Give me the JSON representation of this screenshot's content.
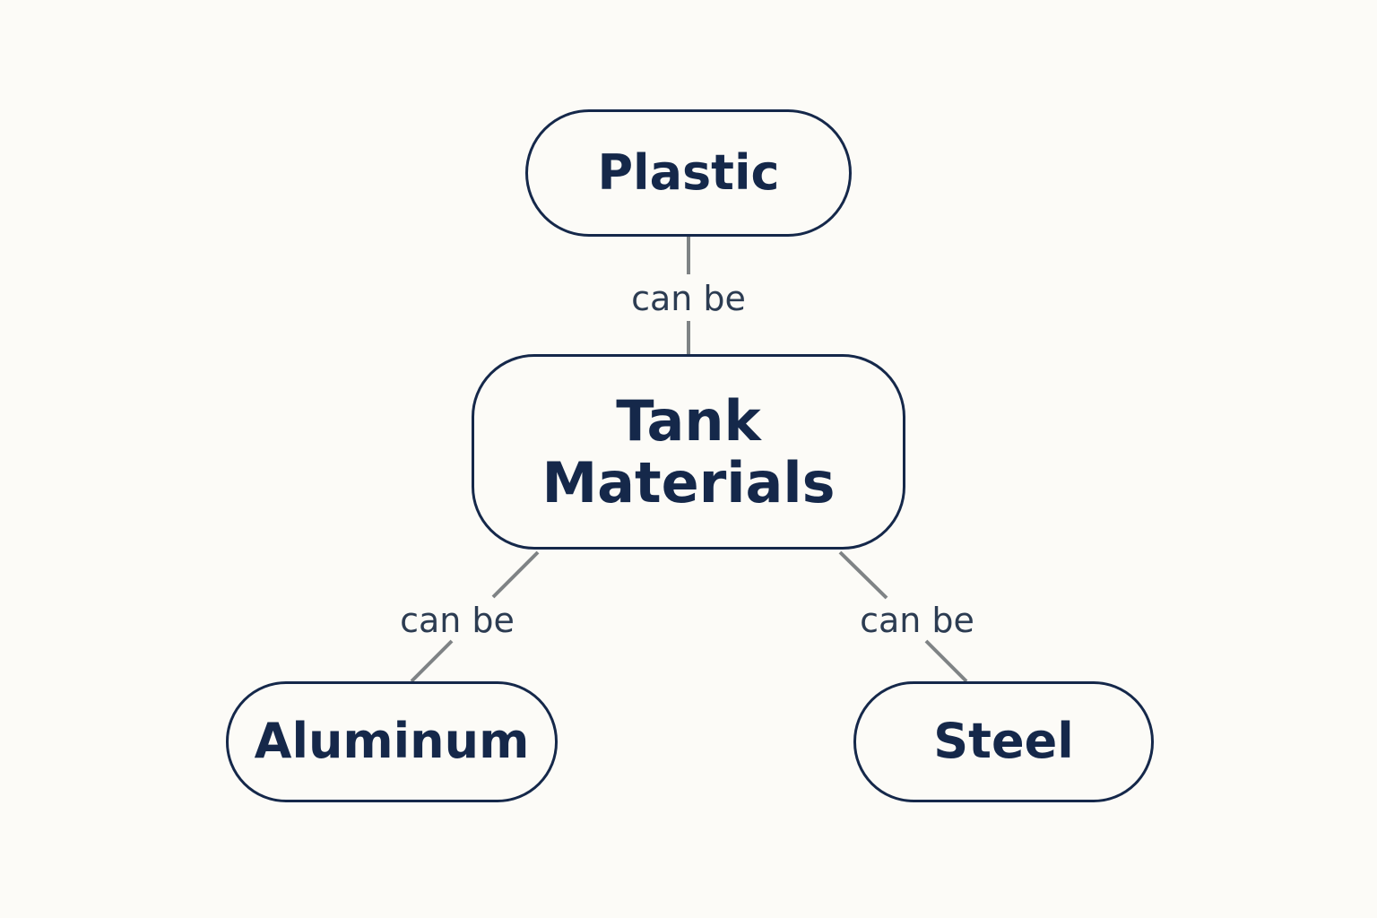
{
  "diagram": {
    "nodes": {
      "plastic": "Plastic",
      "tank_line1": "Tank",
      "tank_line2": "Materials",
      "aluminum": "Aluminum",
      "steel": "Steel"
    },
    "edges": [
      {
        "from": "Tank Materials",
        "to": "Plastic",
        "label": "can be"
      },
      {
        "from": "Tank Materials",
        "to": "Aluminum",
        "label": "can be"
      },
      {
        "from": "Tank Materials",
        "to": "Steel",
        "label": "can be"
      }
    ],
    "colors": {
      "background": "#fcfbf7",
      "node_border": "#15284a",
      "node_text": "#15284a",
      "connector": "#7f8385",
      "edge_label": "#2c3c52"
    }
  }
}
